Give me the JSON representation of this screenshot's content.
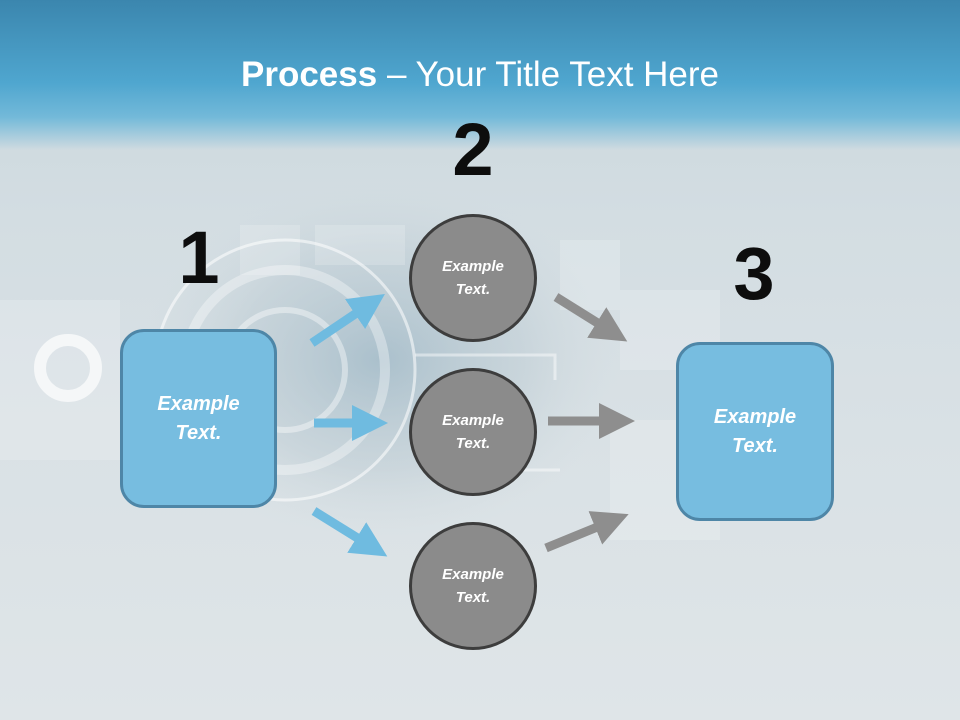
{
  "title": {
    "bold": "Process",
    "rest": " – Your Title Text Here"
  },
  "steps": [
    {
      "number": "1"
    },
    {
      "number": "2"
    },
    {
      "number": "3"
    }
  ],
  "start_box": {
    "text": "Example\nText."
  },
  "end_box": {
    "text": "Example\nText."
  },
  "middle_circles": [
    {
      "text": "Example\nText."
    },
    {
      "text": "Example\nText."
    },
    {
      "text": "Example\nText."
    }
  ],
  "colors": {
    "header": "#4fa6cf",
    "box_fill": "#77bde0",
    "box_border": "#4e86a7",
    "circle_fill": "#8b8b8b",
    "circle_border": "#3d3d3d",
    "arrow_in": "#6fbbe0",
    "arrow_out": "#8e8e8e"
  }
}
